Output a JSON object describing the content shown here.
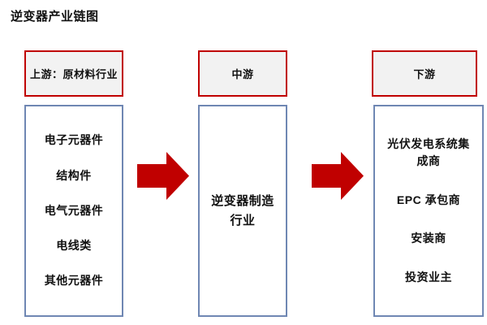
{
  "title": "逆变器产业链图",
  "columns": [
    {
      "id": "upstream",
      "header": "上游：原材料行业",
      "items": [
        "电子元器件",
        "结构件",
        "电气元器件",
        "电线类",
        "其他元器件"
      ]
    },
    {
      "id": "midstream",
      "header": "中游",
      "items": [
        "逆变器制造\n行业"
      ]
    },
    {
      "id": "downstream",
      "header": "下游",
      "items": [
        "光伏发电系统集\n成商",
        "EPC 承包商",
        "安装商",
        "投资业主"
      ]
    }
  ],
  "icons": {
    "arrow_1": "right-block-arrow",
    "arrow_2": "right-block-arrow"
  },
  "colors": {
    "arrow_red": "#C00000",
    "header_border": "#C00000",
    "header_fill": "#F2F2F2",
    "body_border": "#6F87B3",
    "text": "#111111"
  }
}
